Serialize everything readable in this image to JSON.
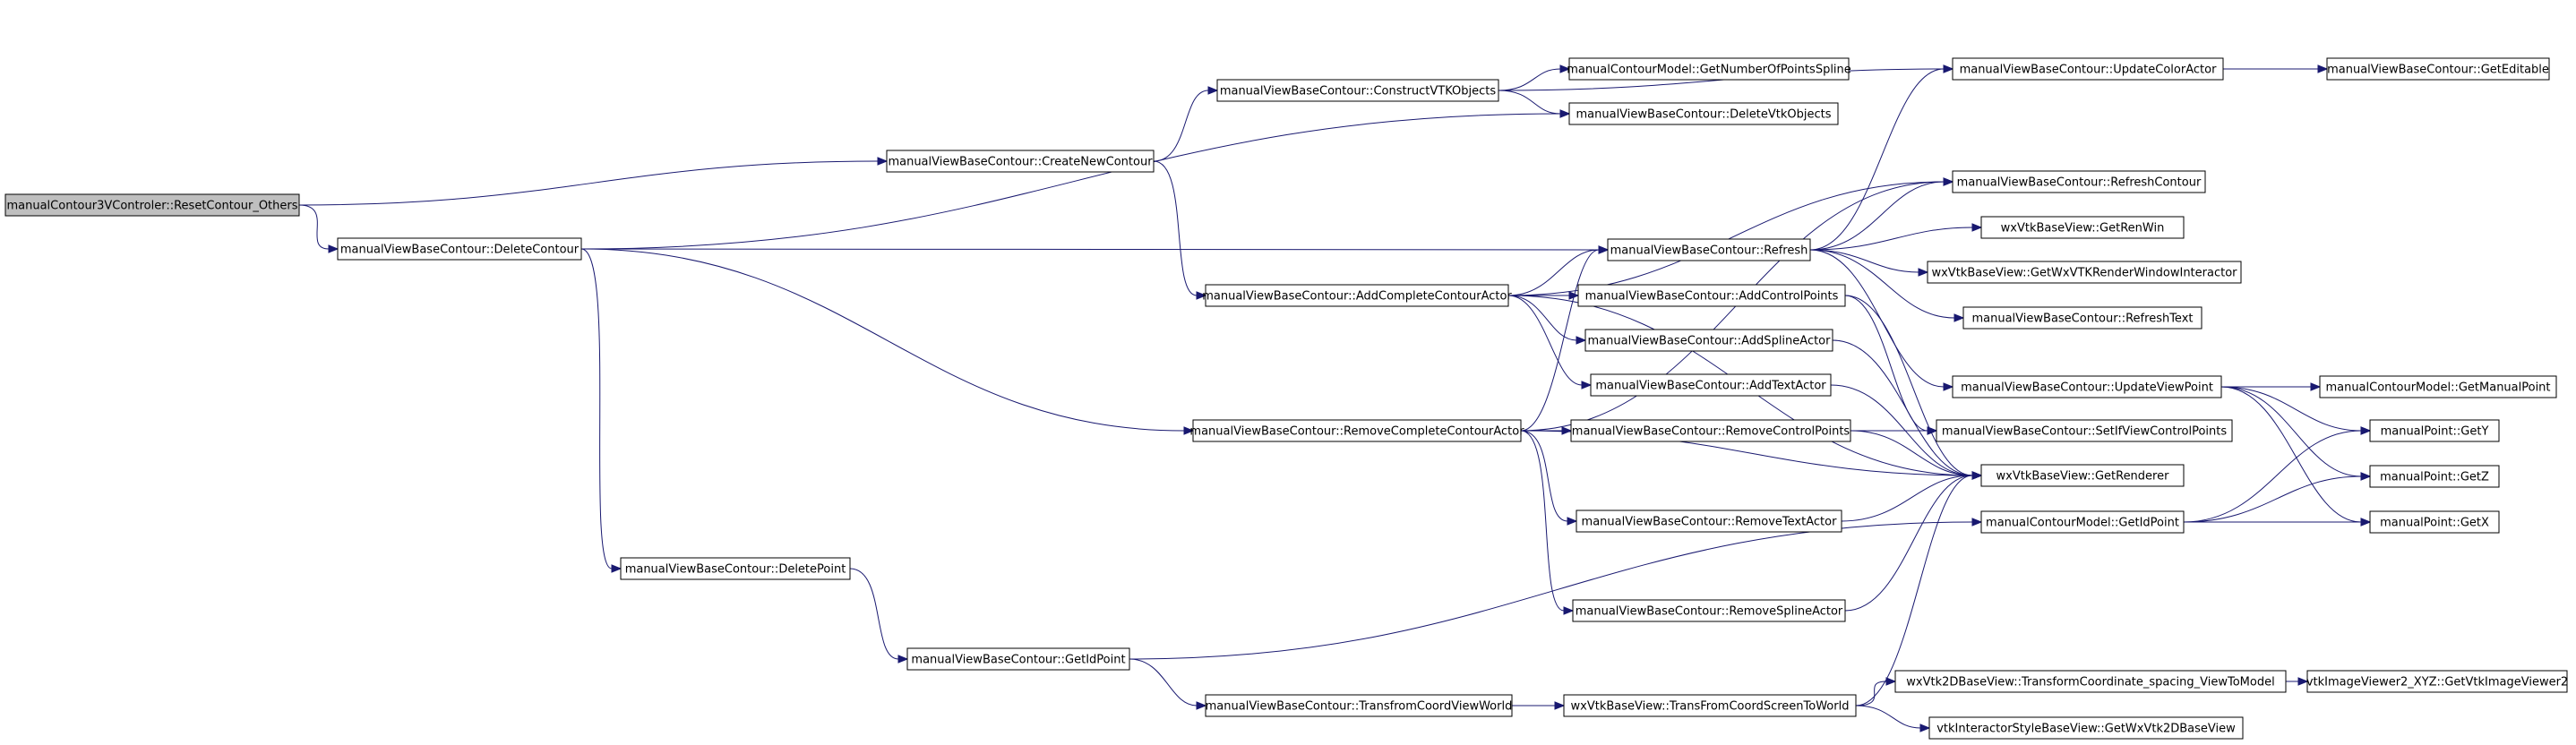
{
  "colors": {
    "edge": "#191970",
    "node_border": "#000000",
    "root_fill": "#bfbfbf",
    "node_fill": "#ffffff",
    "background": "#ffffff"
  },
  "nodes": {
    "resetContourOthers": "manualContour3VControler::ResetContour_Others",
    "createNewContour": "manualViewBaseContour::CreateNewContour",
    "deleteContour": "manualViewBaseContour::DeleteContour",
    "constructVTKObjects": "manualViewBaseContour::ConstructVTKObjects",
    "addCompleteContourActor": "manualViewBaseContour::AddCompleteContourActor",
    "removeCompleteContourActor": "manualViewBaseContour::RemoveCompleteContourActor",
    "deletePoint": "manualViewBaseContour::DeletePoint",
    "getIdPointView": "manualViewBaseContour::GetIdPoint",
    "getNumberOfPointsSpline": "manualContourModel::GetNumberOfPointsSpline",
    "deleteVtkObjects": "manualViewBaseContour::DeleteVtkObjects",
    "refresh": "manualViewBaseContour::Refresh",
    "addControlPoints": "manualViewBaseContour::AddControlPoints",
    "addSplineActor": "manualViewBaseContour::AddSplineActor",
    "addTextActor": "manualViewBaseContour::AddTextActor",
    "removeControlPoints": "manualViewBaseContour::RemoveControlPoints",
    "removeTextActor": "manualViewBaseContour::RemoveTextActor",
    "removeSplineActor": "manualViewBaseContour::RemoveSplineActor",
    "transfromCoordViewWorld": "manualViewBaseContour::TransfromCoordViewWorld",
    "transFromCoordScreenToWorld": "wxVtkBaseView::TransFromCoordScreenToWorld",
    "updateColorActor": "manualViewBaseContour::UpdateColorActor",
    "refreshContour": "manualViewBaseContour::RefreshContour",
    "getRenWin": "wxVtkBaseView::GetRenWin",
    "getWxVTKRenderWindowInteractor": "wxVtkBaseView::GetWxVTKRenderWindowInteractor",
    "refreshText": "manualViewBaseContour::RefreshText",
    "updateViewPoint": "manualViewBaseContour::UpdateViewPoint",
    "setIfViewControlPoints": "manualViewBaseContour::SetIfViewControlPoints",
    "getRenderer": "wxVtkBaseView::GetRenderer",
    "getIdPointModel": "manualContourModel::GetIdPoint",
    "transformCoordinate": "wxVtk2DBaseView::TransformCoordinate_spacing_ViewToModel",
    "getWxVtk2DBaseView": "vtkInteractorStyleBaseView::GetWxVtk2DBaseView",
    "getEditable": "manualViewBaseContour::GetEditable",
    "getManualPoint": "manualContourModel::GetManualPoint",
    "getY": "manualPoint::GetY",
    "getZ": "manualPoint::GetZ",
    "getX": "manualPoint::GetX",
    "getVtkImageViewer2": "vtkImageViewer2_XYZ::GetVtkImageViewer2"
  }
}
